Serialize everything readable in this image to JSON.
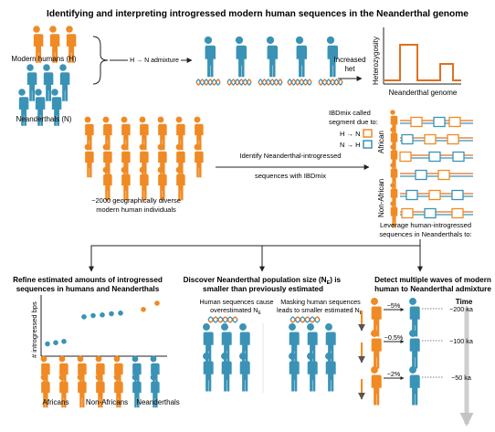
{
  "title": "Identifying and interpreting introgressed modern human sequences in the Neanderthal genome",
  "colors": {
    "modern": "#f08a24",
    "neanderthal": "#3a93b6",
    "dna": "#e07020",
    "box_orange": "#f08a24",
    "box_blue": "#3a93b6",
    "arrow": "#222",
    "gray_arrow": "#bbbbbb"
  },
  "top": {
    "modern_label": "Modern humans (H)",
    "neanderthal_label": "Neanderthals (N)",
    "admixture_label": "H → N admixture",
    "increased_het": "Increased\nhet",
    "plot_ylabel": "Heterozygosity",
    "plot_xlabel": "Neanderthal genome"
  },
  "middle": {
    "sample_caption": "~2000 geographically diverse\nmodern human individuals",
    "method_label": "Identify Neanderthal-introgressed\nsequences with IBDmix",
    "ibd_title": "IBDmix called\nsegment due to:",
    "legend_hn": "H → N",
    "legend_nh": "N → H",
    "group_african": "African",
    "group_nonafrican": "Non-African",
    "leverage": "Leverage human-introgressed\nsequences in Neanderthals to:"
  },
  "panels": {
    "p1_title": "Refine estimated amounts of introgressed\nsequences in humans and Neanderthals",
    "p1_ylabel": "# introgressed bps",
    "p1_x_labels": [
      "Africans",
      "Non-Africans",
      "Neanderthals"
    ],
    "p2_title_a": "Discover Neanderthal population size (N",
    "p2_title_sub": "E",
    "p2_title_b": ") is",
    "p2_title_c": "smaller than previously estimated",
    "p2_left_a": "Human sequences cause",
    "p2_left_b": "overestimated N",
    "p2_left_sub": "E",
    "p2_right_a": "Masking human sequences",
    "p2_right_b": "leads to smaller estimated N",
    "p2_right_sub": "E",
    "p3_title": "Detect multiple waves of modern\nhuman to Neanderthal admixture",
    "time_label": "Time",
    "waves": [
      {
        "pct": "~5%",
        "age": "~200 ka"
      },
      {
        "pct": "~0.5%",
        "age": "~100 ka"
      },
      {
        "pct": "~2%",
        "age": "~50 ka"
      }
    ]
  },
  "chart_data": {
    "type": "scatter",
    "ylabel": "# introgressed bps",
    "series": [
      {
        "name": "Africans",
        "values": [
          1,
          1.1,
          1.2
        ]
      },
      {
        "name": "Non-Africans",
        "values": [
          3.2,
          3.3,
          3.35,
          3.45,
          3.5
        ]
      },
      {
        "name": "Neanderthals",
        "values": [
          3.8,
          4.3
        ]
      }
    ]
  }
}
